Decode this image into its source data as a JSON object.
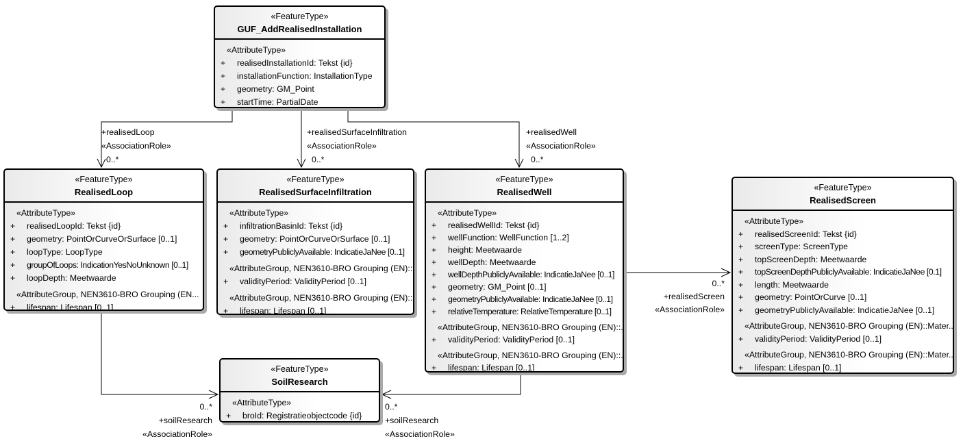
{
  "classes": [
    {
      "stereotype": "«FeatureType»",
      "name": "GUF_AddRealisedInstallation",
      "rows": [
        {
          "kind": "stereotype",
          "text": "«AttributeType»"
        },
        {
          "kind": "attr",
          "vis": "+",
          "text": "realisedInstallationId: Tekst {id}"
        },
        {
          "kind": "attr",
          "vis": "+",
          "text": "installationFunction: InstallationType"
        },
        {
          "kind": "attr",
          "vis": "+",
          "text": "geometry: GM_Point"
        },
        {
          "kind": "attr",
          "vis": "+",
          "text": "startTime: PartialDate"
        }
      ]
    },
    {
      "stereotype": "«FeatureType»",
      "name": "RealisedLoop",
      "rows": [
        {
          "kind": "stereotype",
          "text": "«AttributeType»"
        },
        {
          "kind": "attr",
          "vis": "+",
          "text": "realisedLoopId: Tekst {id}"
        },
        {
          "kind": "attr",
          "vis": "+",
          "text": "geometry: PointOrCurveOrSurface [0..1]"
        },
        {
          "kind": "attr",
          "vis": "+",
          "text": "loopType: LoopType"
        },
        {
          "kind": "attr",
          "vis": "+",
          "text": "groupOfLoops: IndicationYesNoUnknown [0..1]"
        },
        {
          "kind": "attr",
          "vis": "+",
          "text": "loopDepth: Meetwaarde"
        },
        {
          "kind": "stereotype",
          "text": "«AttributeGroup, NEN3610-BRO Grouping (EN..."
        },
        {
          "kind": "attr",
          "vis": "+",
          "text": "lifespan: Lifespan [0..1]"
        }
      ]
    },
    {
      "stereotype": "«FeatureType»",
      "name": "RealisedSurfaceInfiltration",
      "rows": [
        {
          "kind": "stereotype",
          "text": "«AttributeType»"
        },
        {
          "kind": "attr",
          "vis": "+",
          "text": "infiltrationBasinId: Tekst {id}"
        },
        {
          "kind": "attr",
          "vis": "+",
          "text": "geometry: PointOrCurveOrSurface [0..1]"
        },
        {
          "kind": "attr",
          "vis": "+",
          "text": "geometryPubliclyAvailable: IndicatieJaNee [0..1]"
        },
        {
          "kind": "stereotype",
          "text": "«AttributeGroup, NEN3610-BRO Grouping (EN)::..."
        },
        {
          "kind": "attr",
          "vis": "+",
          "text": "validityPeriod: ValidityPeriod [0..1]"
        },
        {
          "kind": "stereotype",
          "text": "«AttributeGroup, NEN3610-BRO Grouping (EN)::..."
        },
        {
          "kind": "attr",
          "vis": "+",
          "text": "lifespan: Lifespan [0..1]"
        }
      ]
    },
    {
      "stereotype": "«FeatureType»",
      "name": "RealisedWell",
      "rows": [
        {
          "kind": "stereotype",
          "text": "«AttributeType»"
        },
        {
          "kind": "attr",
          "vis": "+",
          "text": "realisedWellId: Tekst {id}"
        },
        {
          "kind": "attr",
          "vis": "+",
          "text": "wellFunction: WellFunction [1..2]"
        },
        {
          "kind": "attr",
          "vis": "+",
          "text": "height: Meetwaarde"
        },
        {
          "kind": "attr",
          "vis": "+",
          "text": "wellDepth: Meetwaarde"
        },
        {
          "kind": "attr",
          "vis": "+",
          "text": "wellDepthPubliclyAvailable: IndicatieJaNee [0..1]"
        },
        {
          "kind": "attr",
          "vis": "+",
          "text": "geometry: GM_Point [0..1]"
        },
        {
          "kind": "attr",
          "vis": "+",
          "text": "geometryPubliclyAvailable: IndicatieJaNee [0..1]"
        },
        {
          "kind": "attr",
          "vis": "+",
          "text": "relativeTemperature: RelativeTemperature [0..1]"
        },
        {
          "kind": "stereotype",
          "text": "«AttributeGroup, NEN3610-BRO Grouping (EN)::..."
        },
        {
          "kind": "attr",
          "vis": "+",
          "text": "validityPeriod: ValidityPeriod [0..1]"
        },
        {
          "kind": "stereotype",
          "text": "«AttributeGroup, NEN3610-BRO Grouping (EN)::..."
        },
        {
          "kind": "attr",
          "vis": "+",
          "text": "lifespan: Lifespan [0..1]"
        }
      ]
    },
    {
      "stereotype": "«FeatureType»",
      "name": "RealisedScreen",
      "rows": [
        {
          "kind": "stereotype",
          "text": "«AttributeType»"
        },
        {
          "kind": "attr",
          "vis": "+",
          "text": "realisedScreenId: Tekst {id}"
        },
        {
          "kind": "attr",
          "vis": "+",
          "text": "screenType: ScreenType"
        },
        {
          "kind": "attr",
          "vis": "+",
          "text": "topScreenDepth: Meetwaarde"
        },
        {
          "kind": "attr",
          "vis": "+",
          "text": "topScreenDepthPubliclyAvailable: IndicatieJaNee [0.1]"
        },
        {
          "kind": "attr",
          "vis": "+",
          "text": "length: Meetwaarde"
        },
        {
          "kind": "attr",
          "vis": "+",
          "text": "geometry: PointOrCurve [0..1]"
        },
        {
          "kind": "attr",
          "vis": "+",
          "text": "geometryPubliclyAvailable: IndicatieJaNee [0..1]"
        },
        {
          "kind": "stereotype",
          "text": "«AttributeGroup, NEN3610-BRO Grouping (EN)::Mater..."
        },
        {
          "kind": "attr",
          "vis": "+",
          "text": "validityPeriod: ValidityPeriod [0..1]"
        },
        {
          "kind": "stereotype",
          "text": "«AttributeGroup, NEN3610-BRO Grouping (EN)::Mater..."
        },
        {
          "kind": "attr",
          "vis": "+",
          "text": "lifespan: Lifespan [0..1]"
        }
      ]
    },
    {
      "stereotype": "«FeatureType»",
      "name": "SoilResearch",
      "rows": [
        {
          "kind": "stereotype",
          "text": "«AttributeType»"
        },
        {
          "kind": "attr",
          "vis": "+",
          "text": "broId: Registratieobjectcode {id}"
        }
      ]
    }
  ],
  "associations": [
    {
      "name": "+realisedLoop",
      "stereotype": "«AssociationRole»",
      "multiplicity": "0..*"
    },
    {
      "name": "+realisedSurfaceInfiltration",
      "stereotype": "«AssociationRole»",
      "multiplicity": "0..*"
    },
    {
      "name": "+realisedWell",
      "stereotype": "«AssociationRole»",
      "multiplicity": "0..*"
    },
    {
      "name": "+realisedScreen",
      "stereotype": "«AssociationRole»",
      "multiplicity": "0..*"
    },
    {
      "name": "+soilResearch",
      "stereotype": "«AssociationRole»",
      "multiplicity": "0..*"
    },
    {
      "name": "+soilResearch",
      "stereotype": "«AssociationRole»",
      "multiplicity": "0..*"
    }
  ],
  "colors": {
    "line": "#000000",
    "box_fill_left": "#eaeaea",
    "box_fill_right": "#ffffff",
    "shadow": "#a9a9a9"
  }
}
